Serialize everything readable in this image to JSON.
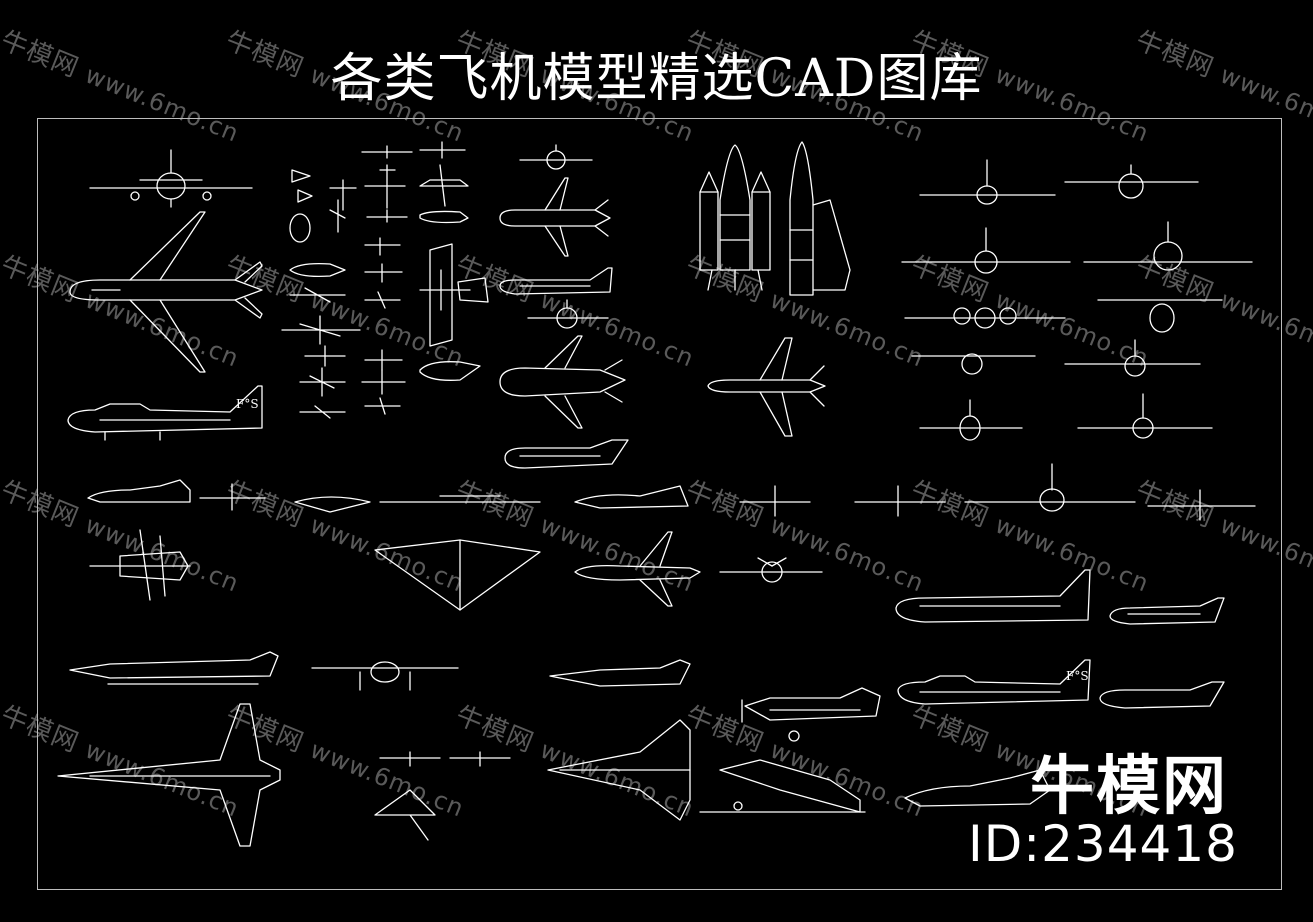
{
  "title": "各类飞机模型精选CAD图库",
  "watermark": {
    "brand": "牛模网",
    "url": "www.6mo.cn"
  },
  "brand_logo_text": "牛模网",
  "id_label": "ID:234418",
  "colors": {
    "background": "#000000",
    "line": "#ffffff",
    "watermark": "#5a5a5a",
    "frame": "#bdbdbd"
  }
}
